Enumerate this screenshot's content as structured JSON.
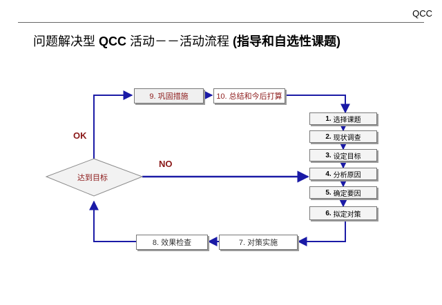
{
  "header": {
    "tag": "QCC"
  },
  "title": {
    "part1": "问题解决型",
    "part2": "QCC",
    "part3": "活动－－活动流程",
    "part4": "(指导和自选性课题)"
  },
  "boxes": {
    "consolidate": "9. 巩固措施",
    "summary": "10. 总结和今后打算",
    "check": "8. 效果检查",
    "implement": "7. 对策实施"
  },
  "steps": [
    {
      "num": "1.",
      "text": "选择课题"
    },
    {
      "num": "2.",
      "text": "现状调查"
    },
    {
      "num": "3.",
      "text": "设定目标"
    },
    {
      "num": "4.",
      "text": "分析原因"
    },
    {
      "num": "5.",
      "text": "确定要因"
    },
    {
      "num": "6.",
      "text": "拟定对策"
    }
  ],
  "decision": "达到目标",
  "labels": {
    "ok": "OK",
    "no": "NO"
  },
  "colors": {
    "arrow": "#1a1aa6",
    "accent_text": "#8c1a1a"
  }
}
